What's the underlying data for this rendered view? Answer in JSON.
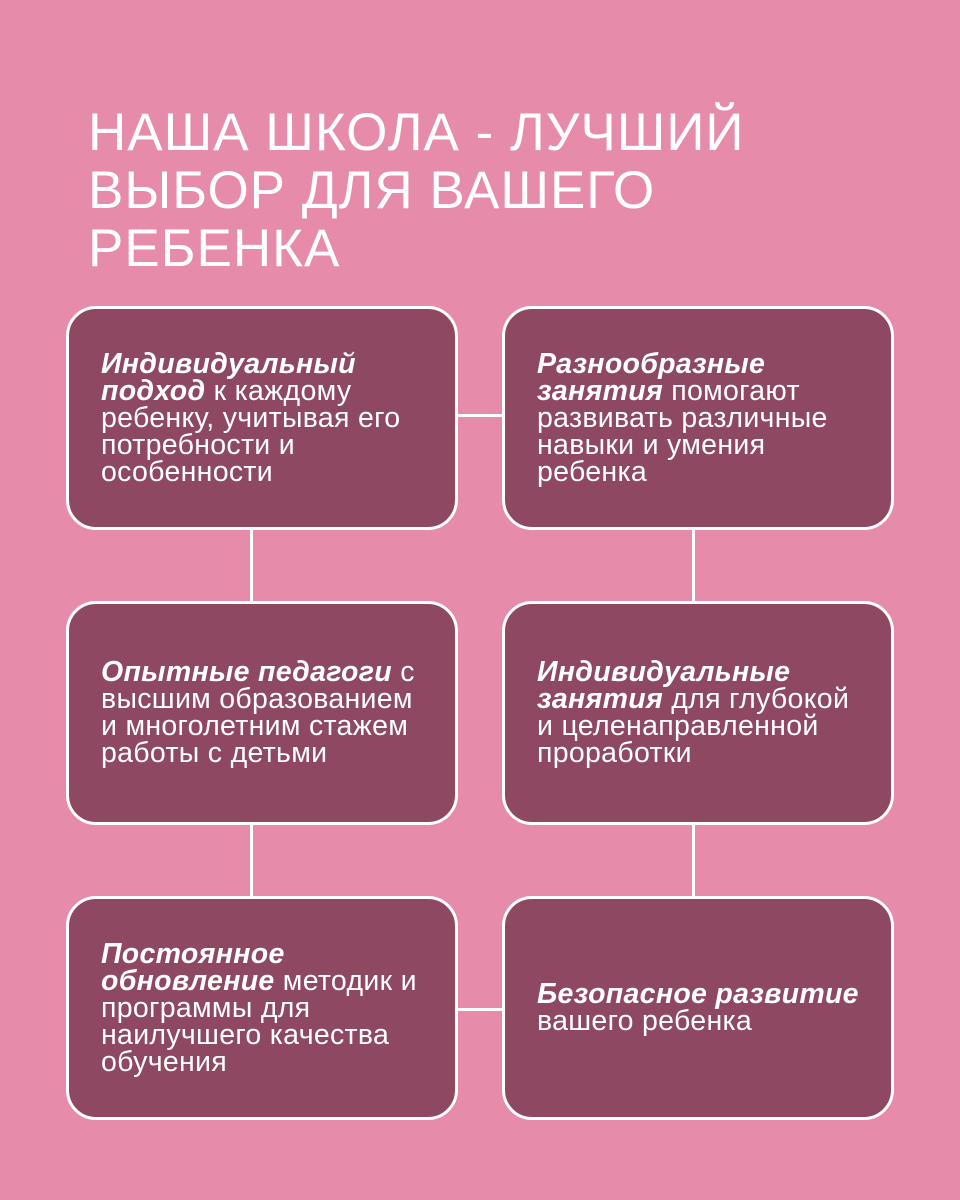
{
  "title": {
    "lines": [
      "НАША ШКОЛА - ЛУЧШИЙ",
      "ВЫБОР ДЛЯ ВАШЕГО",
      "РЕБЕНКА"
    ]
  },
  "colors": {
    "background": "#e78bab",
    "box_fill": "#8e4862",
    "box_border": "#ffffff",
    "text": "#ffffff",
    "connector": "#ffffff"
  },
  "boxes": [
    {
      "bold": "Индивидуальный подход",
      "text": " к каждому ребенку, учитывая его потребности и особенности"
    },
    {
      "bold": "Разнообразные занятия",
      "text": " помогают развивать различные навыки и умения ребенка"
    },
    {
      "bold": "Опытные педагоги",
      "text": " с высшим образованием и многолетним стажем работы с детьми"
    },
    {
      "bold": "Индивидуальные занятия",
      "text": " для глубокой и целенаправленной проработки"
    },
    {
      "bold": "Постоянное обновление",
      "text": " методик и программы для наилучшего качества обучения"
    },
    {
      "bold": "Безопасное развитие",
      "text": " вашего ребенка"
    }
  ]
}
